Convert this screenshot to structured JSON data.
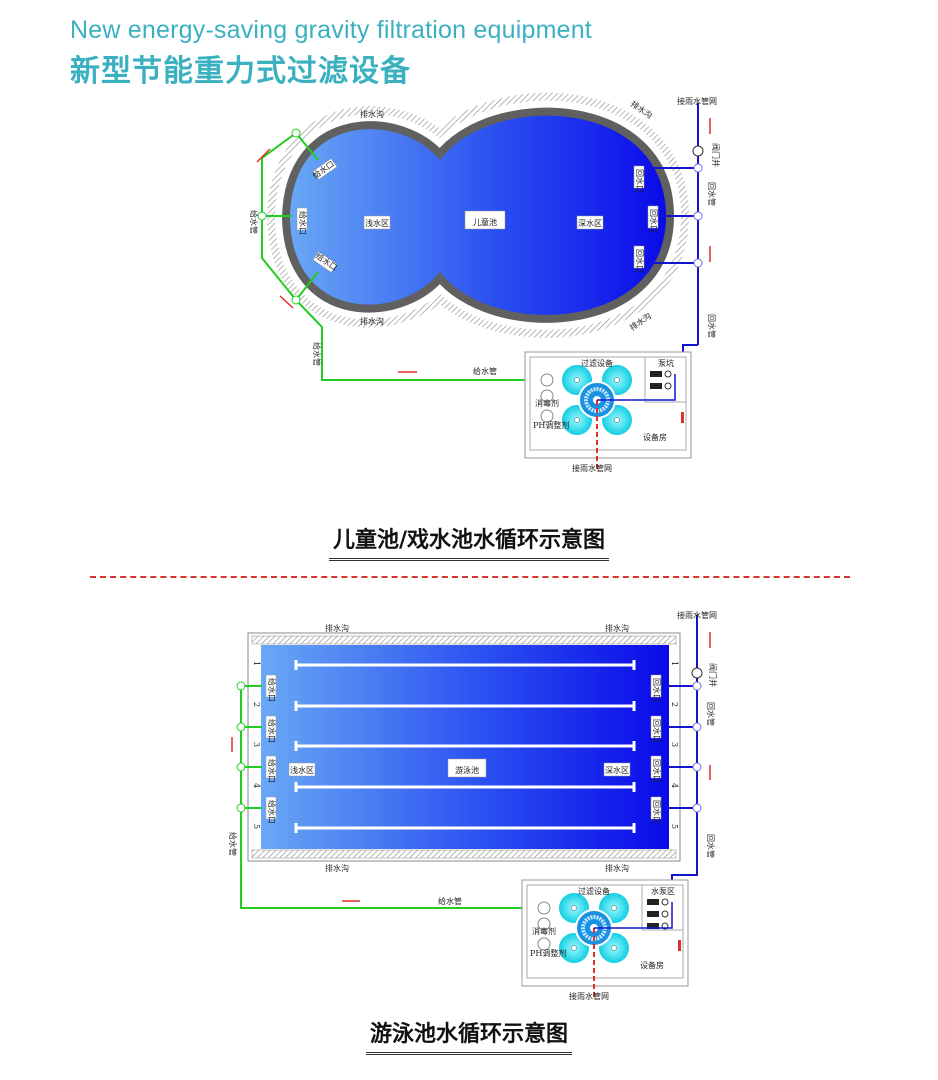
{
  "header": {
    "title_en": "New energy-saving gravity filtration equipment",
    "title_zh": "新型节能重力式过滤设备"
  },
  "colors": {
    "teal": "#3bb0c0",
    "supply": "#22cc22",
    "return": "#1010cc",
    "arrow": "#e0302a",
    "filter": "#19d3e6"
  },
  "kids_pool": {
    "pool_name": "儿童池",
    "shallow": "浅水区",
    "deep": "深水区",
    "drain_ditch": "排水沟",
    "supply_pipe": "给水管",
    "supply_inlet": "给水口",
    "return_inlet": "回水口",
    "return_pipe": "回水管",
    "valve_well": "阀门井",
    "rain_network": "接雨水管网",
    "equipment": {
      "filter": "过滤设备",
      "pump": "泵坑",
      "disinfectant": "消毒剂",
      "ph": "PH调整剂",
      "room": "设备房",
      "rain_network": "接雨水管网"
    },
    "caption": "儿童池/戏水池水循环示意图"
  },
  "swim_pool": {
    "pool_name": "游泳池",
    "shallow": "浅水区",
    "deep": "深水区",
    "drain_ditch": "排水沟",
    "supply_pipe": "给水管",
    "supply_inlet": "给水口",
    "return_inlet": "回水口",
    "return_pipe": "回水管",
    "valve_well": "阀门井",
    "rain_network": "接雨水管网",
    "lanes": [
      "1",
      "2",
      "3",
      "4",
      "5"
    ],
    "equipment": {
      "filter": "过滤设备",
      "pump": "水泵区",
      "disinfectant": "消毒剂",
      "ph": "PH调整剂",
      "room": "设备房",
      "rain_network": "接雨水管网"
    },
    "caption": "游泳池水循环示意图"
  }
}
